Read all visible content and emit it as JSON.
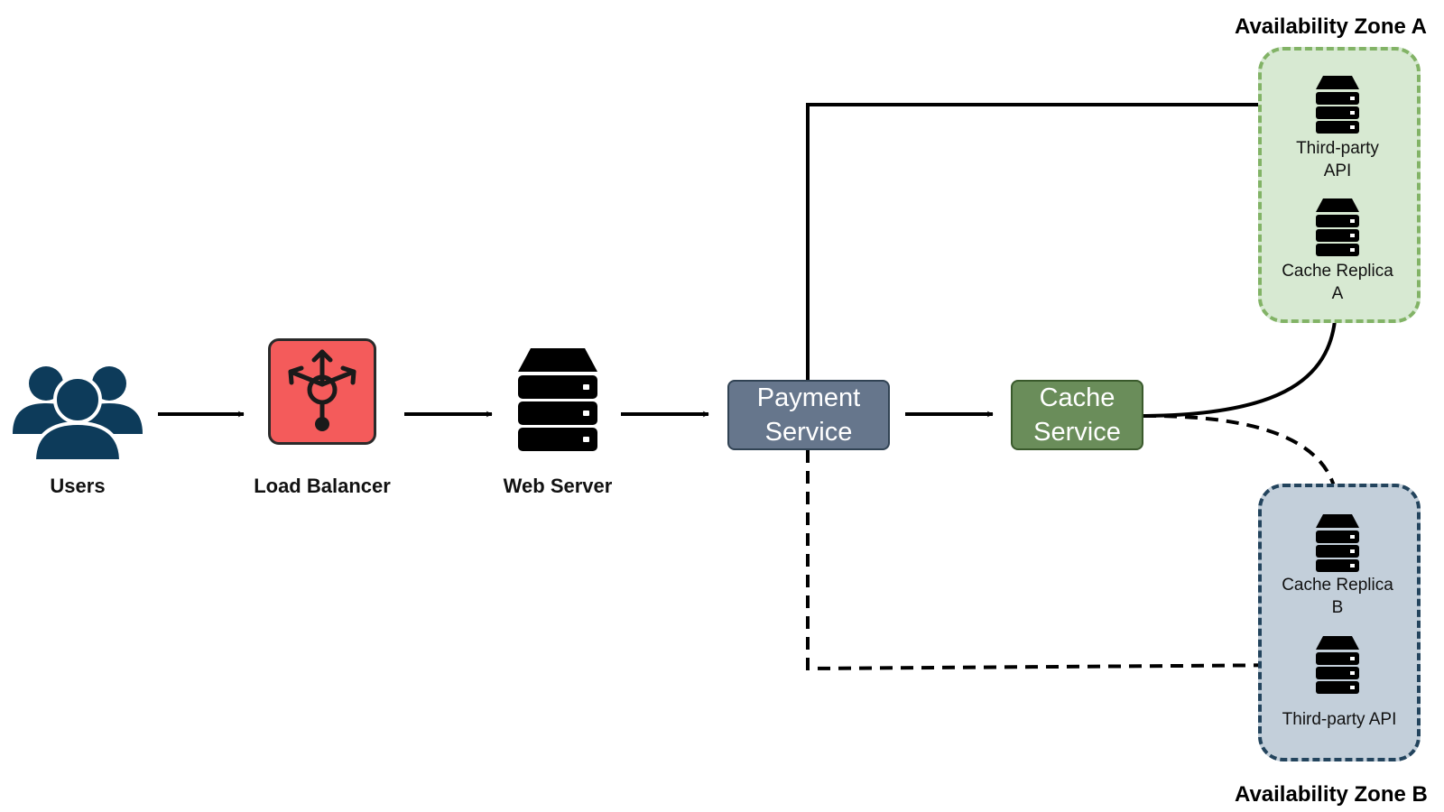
{
  "nodes": {
    "users": "Users",
    "load_balancer": "Load Balancer",
    "web_server": "Web Server",
    "payment_service": "Payment Service",
    "cache_service": "Cache Service"
  },
  "zone_a": {
    "title": "Availability Zone A",
    "third_party_api": "Third-party API",
    "cache_replica": "Cache Replica A"
  },
  "zone_b": {
    "title": "Availability Zone B",
    "cache_replica": "Cache Replica B",
    "third_party_api": "Third-party API"
  },
  "icons": {
    "users": "users-group-icon",
    "load_balancer": "load-balancer-icon",
    "web_server": "server-icon",
    "replicas": "database-icon"
  },
  "colors": {
    "users_icon": "#0d3b5a",
    "load_balancer_fill": "#f45b5b",
    "payment_fill": "#66768c",
    "cache_fill": "#6a8d5a",
    "zone_a_fill": "#d7e9d2",
    "zone_a_border": "#82b366",
    "zone_b_fill": "#c3cfda",
    "zone_b_border": "#23445d"
  }
}
